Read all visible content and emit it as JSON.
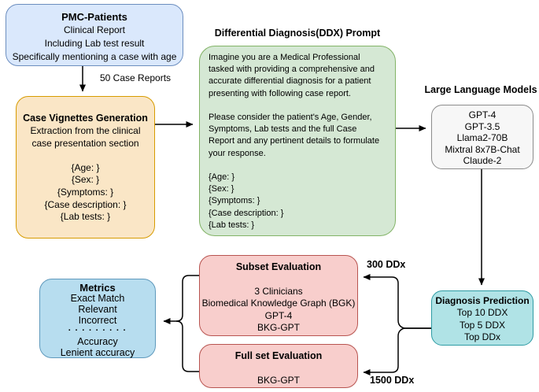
{
  "pmc_patients": {
    "title": "PMC-Patients",
    "lines": [
      "Clinical Report",
      "Including Lab test result",
      "Specifically mentioning a case with age"
    ]
  },
  "labels": {
    "case_reports": "50 Case Reports",
    "subset_flow": "300 DDx",
    "fullset_flow": "1500 DDx"
  },
  "case_vignettes": {
    "title": "Case Vignettes Generation",
    "lines": [
      "Extraction from the clinical",
      "case presentation section",
      "",
      "{Age: }",
      "{Sex: }",
      "{Symptoms: }",
      "{Case description: }",
      "{Lab tests: }"
    ]
  },
  "ddx_prompt": {
    "heading": "Differential Diagnosis(DDX) Prompt",
    "lines": [
      "Imagine you are a Medical Professional",
      "tasked with providing a comprehensive and",
      "accurate differential diagnosis for a patient",
      "presenting with following case report.",
      "",
      "Please consider the patient's Age, Gender,",
      "Symptoms, Lab tests and the full Case",
      "Report and any pertinent details to formulate",
      "your response.",
      "",
      "{Age: }",
      "{Sex: }",
      "{Symptoms: }",
      "{Case description: }",
      "{Lab tests: }"
    ]
  },
  "llms": {
    "heading": "Large Language Models",
    "models": [
      "GPT-4",
      "GPT-3.5",
      "Llama2-70B",
      "Mixtral 8x7B-Chat",
      "Claude-2"
    ]
  },
  "diagnosis_prediction": {
    "title": "Diagnosis Prediction",
    "lines": [
      "Top 10 DDX",
      "Top 5 DDX",
      "Top DDx"
    ]
  },
  "subset_evaluation": {
    "title": "Subset Evaluation",
    "lines": [
      "",
      "3 Clinicians",
      "Biomedical Knowledge Graph (BGK)",
      "GPT-4",
      "BKG-GPT"
    ]
  },
  "fullset_evaluation": {
    "title": "Full set Evaluation",
    "lines": [
      "",
      "BKG-GPT"
    ]
  },
  "metrics": {
    "title": "Metrics",
    "lines": [
      "Exact Match",
      "Relevant",
      "Incorrect",
      "·  ·  ·  ·  ·  ·  ·  ·  ·",
      "Accuracy",
      "Lenient accuracy"
    ]
  },
  "colors": {
    "pmc_fill": "#DAE8FC",
    "pmc_border": "#6C8EBF",
    "vignettes_fill": "#FAE6C6",
    "vignettes_border": "#D79B00",
    "prompt_fill": "#D5E8D4",
    "prompt_border": "#82B366",
    "llm_fill": "#F7F7F7",
    "llm_border": "#8C8C8C",
    "prediction_fill": "#B0E3E6",
    "prediction_border": "#2E9CA4",
    "evaluation_fill": "#F8CECC",
    "evaluation_border": "#B85450",
    "metrics_fill": "#B7DDEF",
    "metrics_border": "#5F99BC",
    "arrow": "#000000"
  }
}
